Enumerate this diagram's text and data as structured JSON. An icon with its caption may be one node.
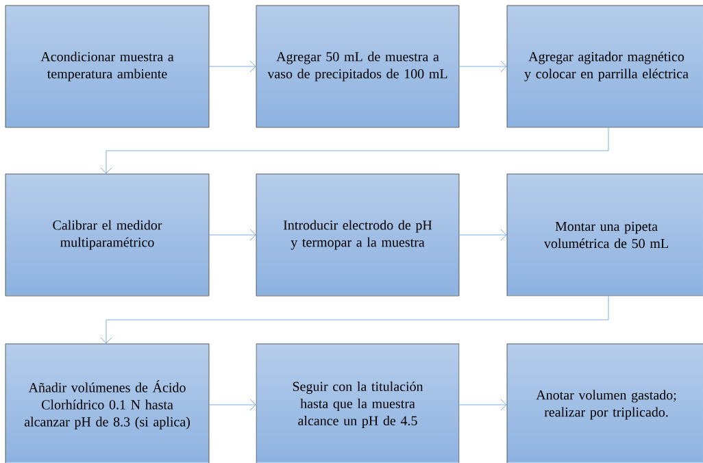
{
  "diagram": {
    "nodes": [
      {
        "text": [
          "Acondicionar muestra a temperatura ambiente"
        ]
      },
      {
        "text": [
          "Agregar 50 mL de muestra a vaso de precipitados de 100 mL"
        ]
      },
      {
        "text": [
          "Agregar agitador magnético y colocar en parrilla eléctrica"
        ]
      },
      {
        "text": [
          "Calibrar el medidor multiparamétrico"
        ]
      },
      {
        "text": [
          "Introducir electrodo de pH y termopar a la muestra"
        ]
      },
      {
        "text": [
          "Montar una pipeta volumétrica de 50 mL"
        ]
      },
      {
        "text": [
          "Añadir volúmenes de Ácido Clorhídrico 0.1 N hasta alcanzar pH de 8.3 (si aplica)"
        ]
      },
      {
        "text": [
          "Seguir con la titulación hasta que la muestra alcance un pH de 4.5"
        ]
      },
      {
        "text": [
          "Anotar volumen gastado; realizar por triplicado."
        ]
      }
    ],
    "edges": [
      {
        "from": 0,
        "to": 1,
        "arrow": "to"
      },
      {
        "from": 1,
        "to": 2,
        "arrow": "to"
      },
      {
        "from": 2,
        "to": 3,
        "arrow": "to"
      },
      {
        "from": 3,
        "to": 4,
        "arrow": "to"
      },
      {
        "from": 4,
        "to": 5,
        "arrow": "to"
      },
      {
        "from": 5,
        "to": 6,
        "arrow": "to"
      },
      {
        "from": 6,
        "to": 7,
        "arrow": "to"
      },
      {
        "from": 7,
        "to": 8,
        "arrow": "to"
      }
    ]
  }
}
